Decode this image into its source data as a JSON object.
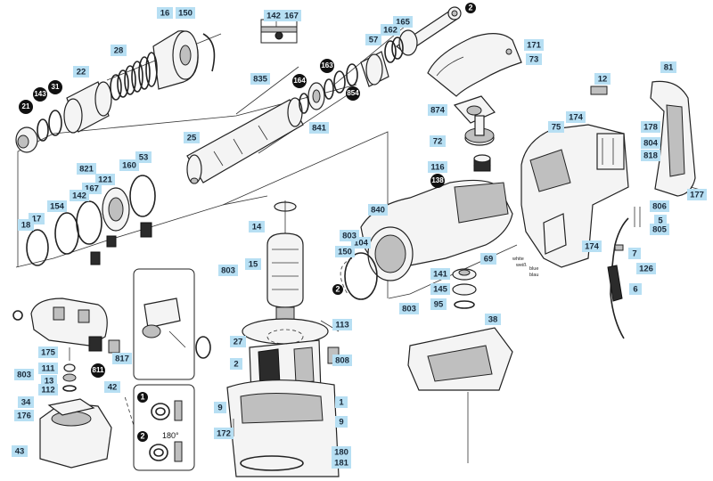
{
  "callouts": {
    "c16": "16",
    "c150a": "150",
    "c28": "28",
    "c22": "22",
    "c142a": "142",
    "c167a": "167",
    "c165": "165",
    "c162": "162",
    "c57": "57",
    "c171": "171",
    "c73": "73",
    "c835": "835",
    "c25": "25",
    "c841": "841",
    "c874": "874",
    "c72": "72",
    "c116": "116",
    "c12": "12",
    "c81": "81",
    "c174a": "174",
    "c75": "75",
    "c178": "178",
    "c804": "804",
    "c818": "818",
    "c821": "821",
    "c160": "160",
    "c53": "53",
    "c121": "121",
    "c167b": "167",
    "c142b": "142",
    "c154": "154",
    "c17": "17",
    "c18": "18",
    "c840": "840",
    "c104": "104",
    "c150b": "150",
    "c69": "69",
    "c803b": "803",
    "c141": "141",
    "c145": "145",
    "c95": "95",
    "c803c": "803",
    "c38": "38",
    "c174b": "174",
    "c177": "177",
    "c806": "806",
    "c5": "5",
    "c805": "805",
    "c7": "7",
    "c126": "126",
    "c6": "6",
    "c14": "14",
    "c803a": "803",
    "c15": "15",
    "c113": "113",
    "c27": "27",
    "c2": "2",
    "c808": "808",
    "c9a": "9",
    "c1": "1",
    "c9b": "9",
    "c172": "172",
    "c180": "180",
    "c181": "181",
    "c175": "175",
    "c111": "111",
    "c803d": "803",
    "c13": "13",
    "c112": "112",
    "c817": "817",
    "c42": "42",
    "c34": "34",
    "c176": "176",
    "c43": "43"
  },
  "dark_callouts": {
    "d21": "21",
    "d143": "143",
    "d31": "31",
    "d164": "164",
    "d163": "163",
    "d854": "854",
    "d138": "138",
    "d811": "811"
  },
  "markers": {
    "m2a": "2",
    "m2b": "2",
    "m1": "1",
    "m2c": "2"
  },
  "texts": {
    "wire_white": "white",
    "wire_weiss": "weiß",
    "wire_blue": "blue",
    "wire_blau": "blau",
    "angle_180": "180°"
  },
  "colors": {
    "callout_fill": "#b7dff3",
    "line": "#222222"
  }
}
